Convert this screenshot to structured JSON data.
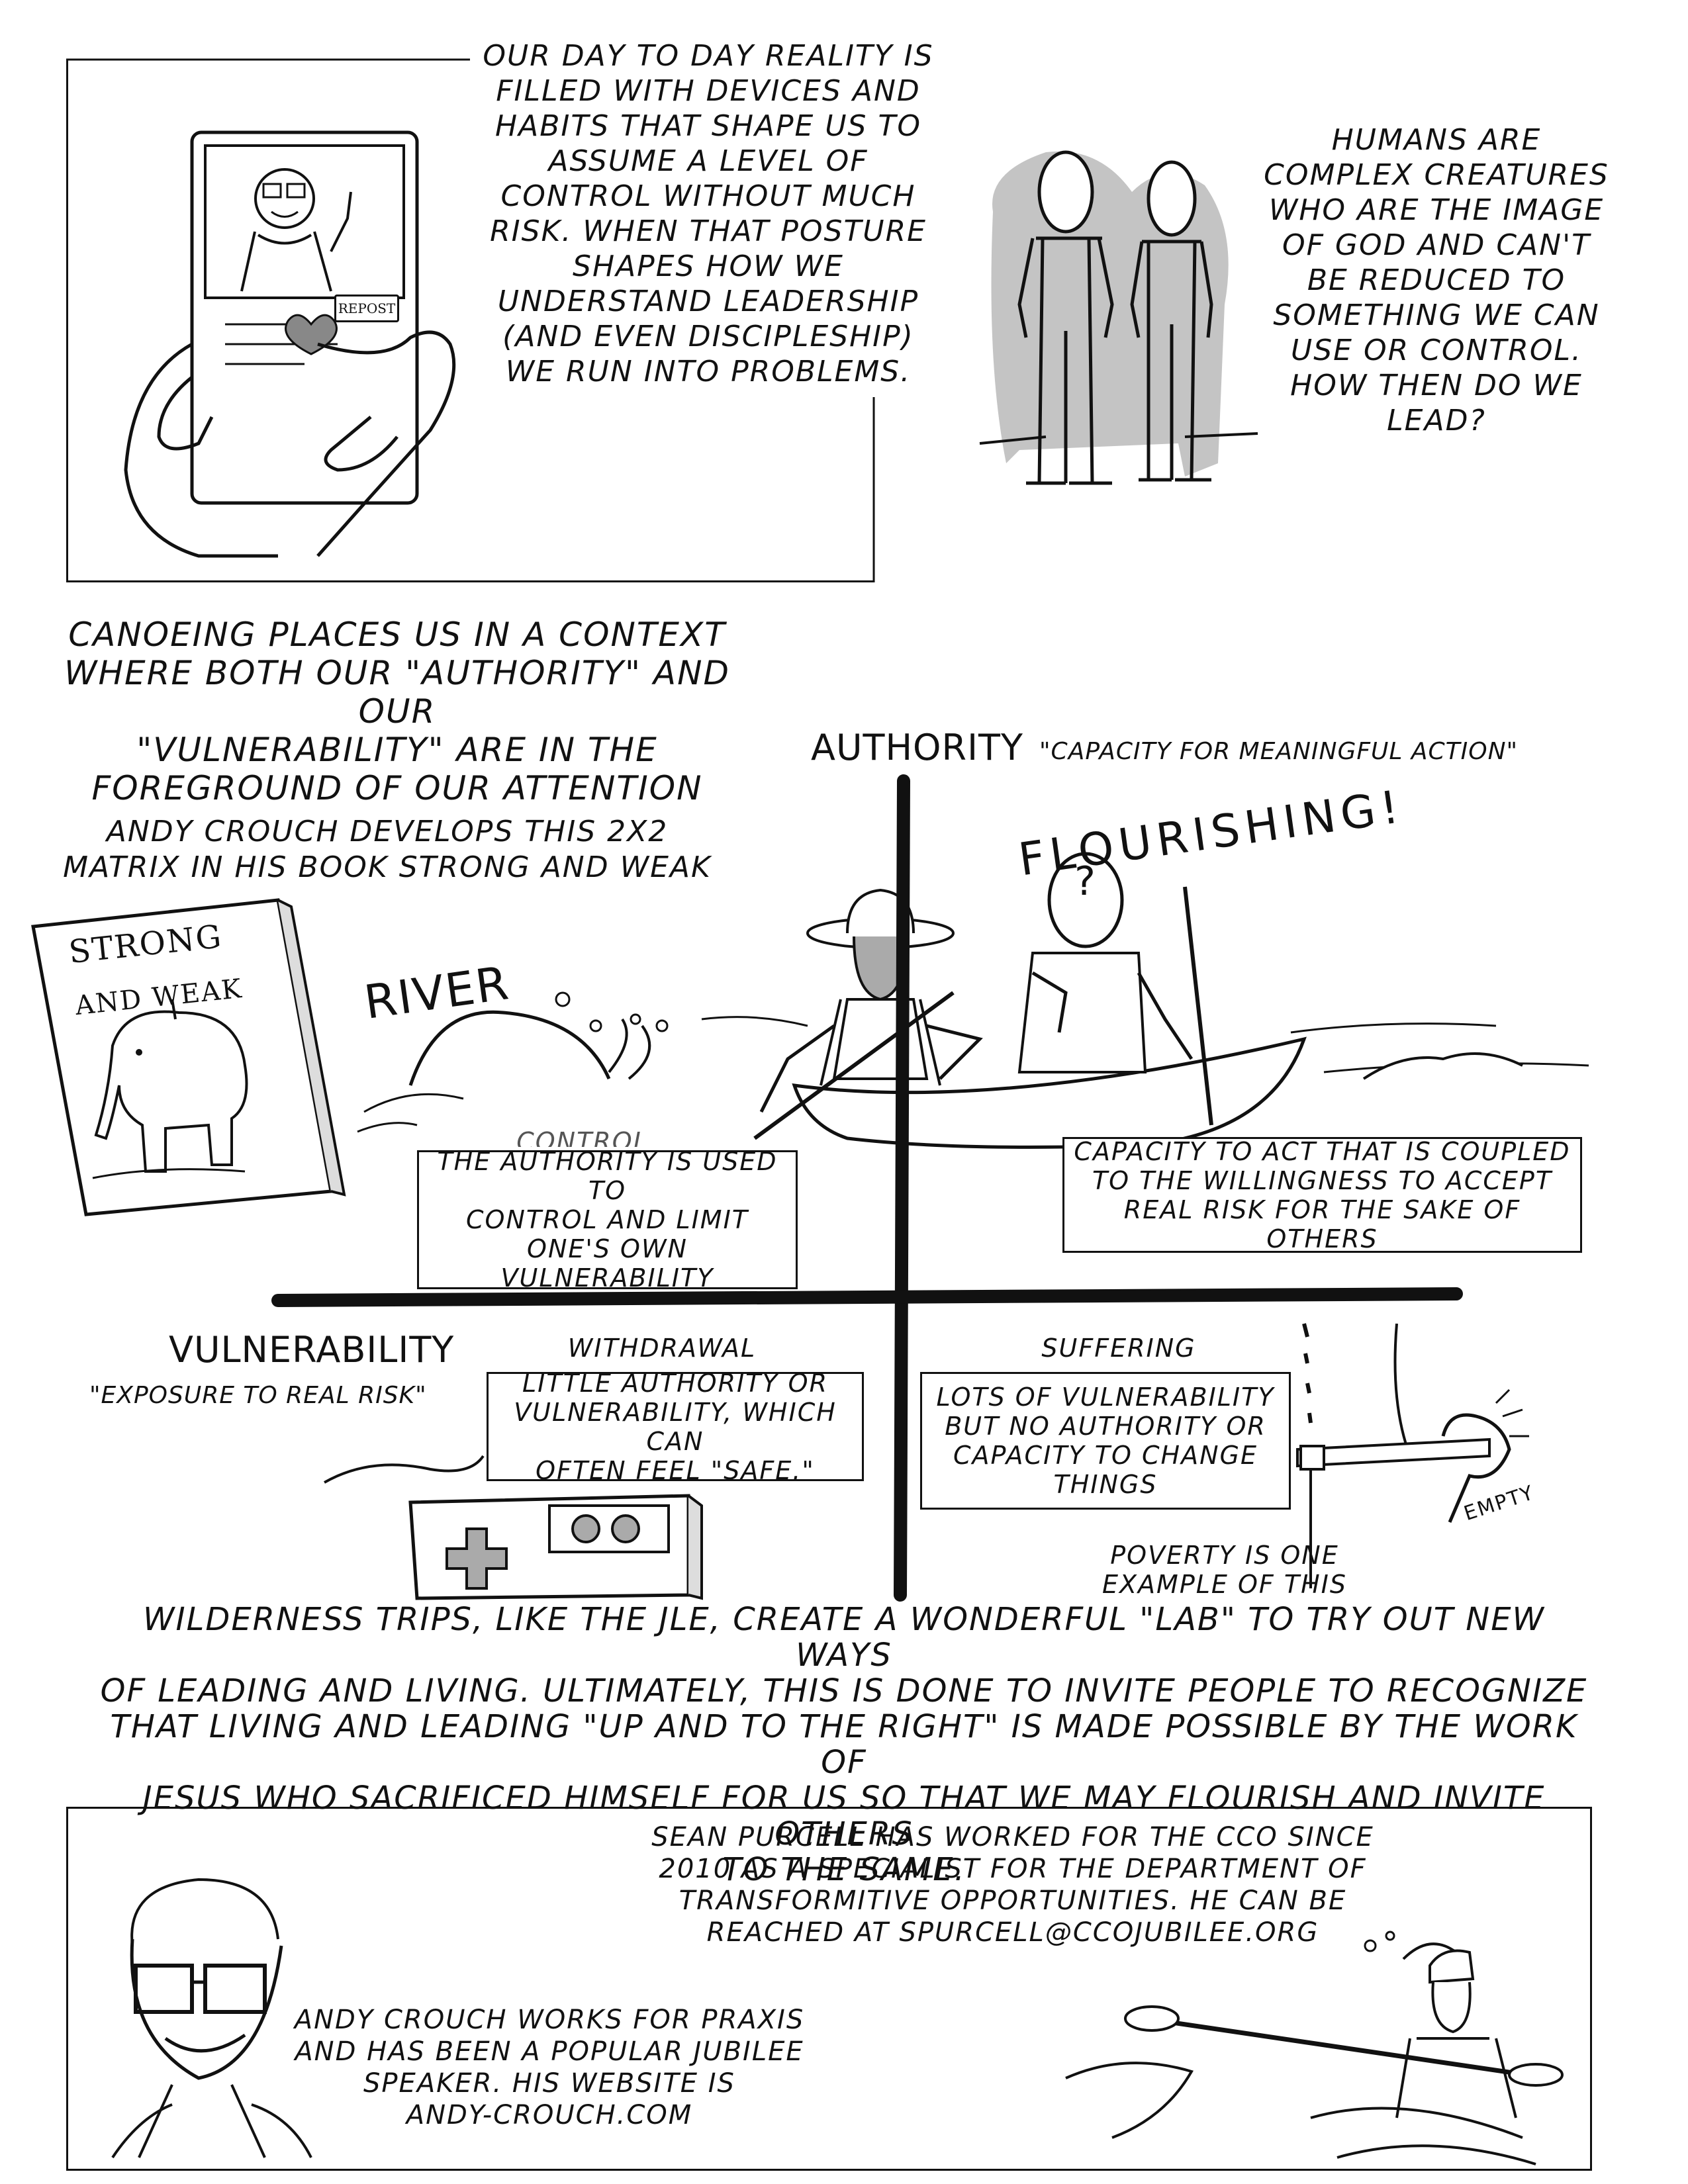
{
  "top": {
    "devices_text": "OUR DAY TO DAY REALITY IS\nFILLED WITH DEVICES AND\nHABITS THAT SHAPE US TO\nASSUME A LEVEL OF\nCONTROL WITHOUT MUCH\nRISK. WHEN THAT POSTURE\nSHAPES HOW WE\nUNDERSTAND LEADERSHIP\n(AND EVEN DISCIPLESHIP)\nWE RUN INTO PROBLEMS.",
    "repost_label": "REPOST",
    "humans_text": "HUMANS ARE\nCOMPLEX CREATURES\nWHO ARE THE IMAGE\nOF GOD AND CAN'T\nBE REDUCED TO\nSOMETHING WE CAN\nUSE OR CONTROL.\nHOW THEN DO WE\nLEAD?"
  },
  "middle": {
    "canoe_text": "CANOEING PLACES US IN A CONTEXT\nWHERE BOTH OUR \"AUTHORITY\" AND OUR\n\"VULNERABILITY\" ARE IN THE\nFOREGROUND OF OUR ATTENTION",
    "crouch_text": "ANDY CROUCH DEVELOPS THIS 2X2\nMATRIX IN HIS BOOK STRONG AND WEAK",
    "book_title_1": "STRONG",
    "book_title_2": "AND WEAK",
    "river_label": "RIVER",
    "control_partial": "CONTROL"
  },
  "matrix": {
    "authority_label": "AUTHORITY",
    "authority_quote": "\"CAPACITY FOR MEANINGFUL ACTION\"",
    "vulnerability_label": "VULNERABILITY",
    "vulnerability_quote": "\"EXPOSURE TO REAL RISK\"",
    "flourishing_label": "FLOURISHING!",
    "question_mark": "?",
    "control_box": "THE AUTHORITY IS USED TO\nCONTROL AND LIMIT\nONE'S OWN\nVULNERABILITY",
    "flourishing_box": "CAPACITY TO ACT THAT IS COUPLED\nTO THE WILLINGNESS TO ACCEPT\nREAL RISK FOR THE SAKE OF OTHERS",
    "withdrawal_label": "WITHDRAWAL",
    "withdrawal_box": "LITTLE AUTHORITY OR\nVULNERABILITY, WHICH CAN\nOFTEN FEEL \"SAFE.\"",
    "suffering_label": "SUFFERING",
    "suffering_box": "LOTS OF VULNERABILITY\nBUT NO AUTHORITY OR\nCAPACITY TO CHANGE\nTHINGS",
    "poverty_text": "POVERTY IS ONE\nEXAMPLE OF THIS",
    "empty_label": "EMPTY"
  },
  "bottom": {
    "wilderness_text": "WILDERNESS TRIPS, LIKE THE JLE, CREATE A WONDERFUL \"LAB\" TO TRY OUT NEW WAYS\nOF LEADING AND LIVING.  ULTIMATELY, THIS IS DONE TO INVITE PEOPLE TO RECOGNIZE\nTHAT LIVING AND LEADING \"UP AND TO THE RIGHT\" IS MADE POSSIBLE BY THE WORK OF\nJESUS WHO SACRIFICED HIMSELF FOR US SO THAT WE MAY FLOURISH AND INVITE OTHERS\nTO THE SAME.",
    "sean_text": "SEAN PURCELL HAS WORKED FOR THE CCO SINCE\n2010 AS A SPECIALIST FOR THE DEPARTMENT OF\nTRANSFORMITIVE OPPORTUNITIES. HE CAN BE\nREACHED AT SPURCELL@CCOJUBILEE.ORG",
    "andy_text": "ANDY CROUCH WORKS FOR PRAXIS\nAND HAS BEEN A POPULAR JUBILEE\nSPEAKER. HIS WEBSITE IS\nANDY-CROUCH.COM"
  }
}
